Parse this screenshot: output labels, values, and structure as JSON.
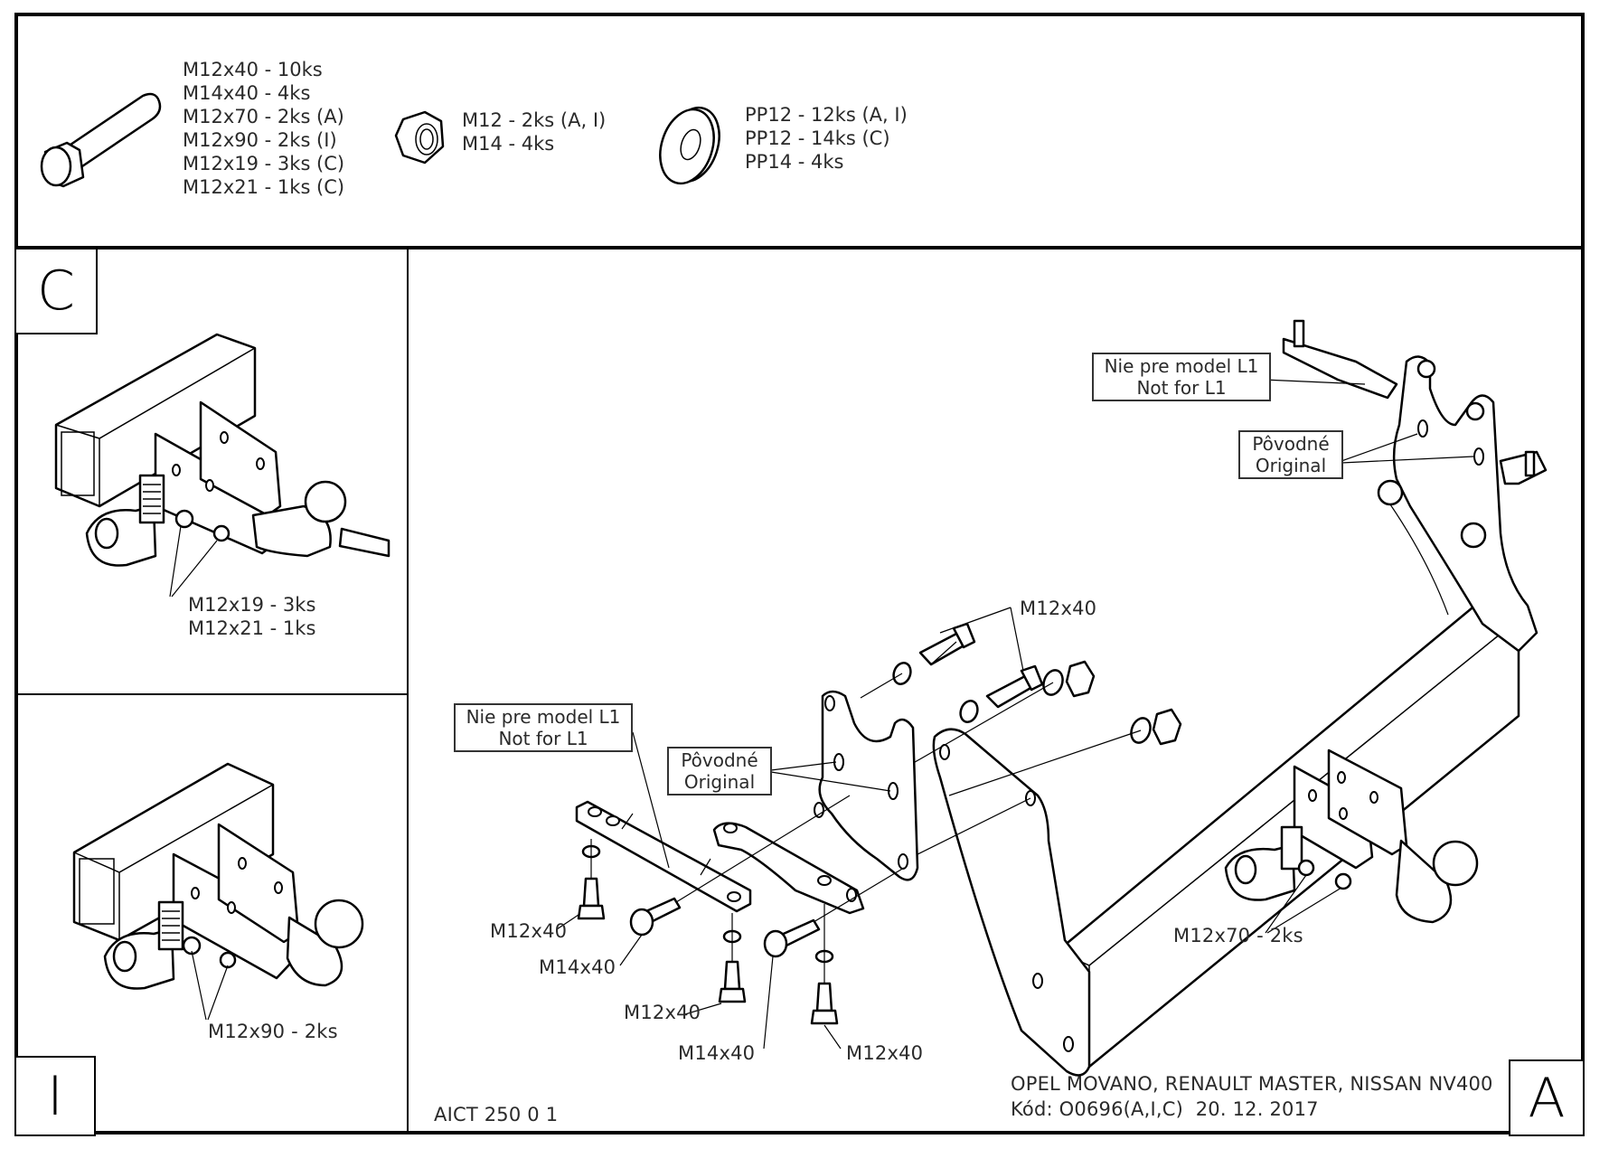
{
  "header": {
    "bolts": {
      "icon": "hex-bolt-icon",
      "items": [
        "M12x40 - 10ks",
        "M14x40 - 4ks",
        "M12x70 - 2ks (A)",
        "M12x90 - 2ks (I)",
        "M12x19 - 3ks (C)",
        "M12x21 - 1ks (C)"
      ]
    },
    "nuts": {
      "icon": "hex-nut-icon",
      "items": [
        "M12 - 2ks (A, I)",
        "M14 - 4ks"
      ]
    },
    "washers": {
      "icon": "washer-icon",
      "items": [
        "PP12 - 12ks (A, I)",
        "PP12 - 14ks (C)",
        "PP14 - 4ks"
      ]
    }
  },
  "panel_c": {
    "letter": "C",
    "labels": [
      "M12x19 - 3ks",
      "M12x21 - 1ks"
    ]
  },
  "panel_i": {
    "letter": "I",
    "labels": [
      "M12x90 - 2ks"
    ]
  },
  "panel_a": {
    "letter": "A",
    "callouts": {
      "not_for_l1_top": [
        "Nie pre model L1",
        "Not for L1"
      ],
      "original_top": [
        "Pôvodné",
        "Original"
      ],
      "not_for_l1_left": [
        "Nie pre model L1",
        "Not for L1"
      ],
      "original_left": [
        "Pôvodné",
        "Original"
      ]
    },
    "bolt_labels": {
      "m12x40_top": "M12x40",
      "m12x70": "M12x70 - 2ks",
      "m12x40_a": "M12x40",
      "m14x40_a": "M14x40",
      "m12x40_b": "M12x40",
      "m14x40_b": "M14x40",
      "m12x40_c": "M12x40"
    },
    "drawing_number": "AICT 250 0 1",
    "vehicles": "OPEL MOVANO, RENAULT MASTER, NISSAN NV400",
    "code_line": "Kód: O0696(A,I,C)  20. 12. 2017"
  }
}
